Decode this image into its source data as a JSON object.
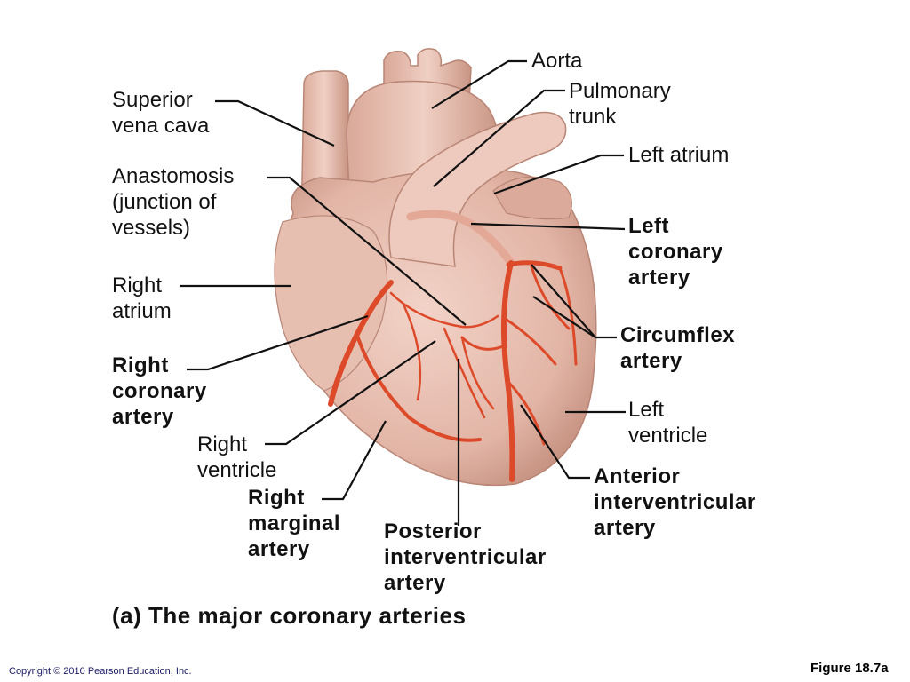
{
  "labels": {
    "aorta": "Aorta",
    "pulmonary_trunk": "Pulmonary\ntrunk",
    "superior_vena_cava": "Superior\nvena cava",
    "left_atrium": "Left atrium",
    "anastomosis": "Anastomosis\n(junction of\nvessels)",
    "left_coronary_artery": "Left\ncoronary\nartery",
    "right_atrium": "Right\natrium",
    "circumflex_artery": "Circumflex\nartery",
    "right_coronary_artery": "Right\ncoronary\nartery",
    "left_ventricle": "Left\nventricle",
    "right_ventricle": "Right\nventricle",
    "anterior_interventricular_artery": "Anterior\ninterventricular\nartery",
    "right_marginal_artery": "Right\nmarginal\nartery",
    "posterior_interventricular_artery": "Posterior\ninterventricular\nartery"
  },
  "caption": "(a) The major coronary arteries",
  "copyright": "Copyright © 2010 Pearson Education, Inc.",
  "figure_ref": "Figure 18.7a",
  "colors": {
    "tissue": "#e3b8aa",
    "tissue_shadow": "#c99584",
    "artery": "#dd4a2a",
    "leader_line": "#111111"
  }
}
